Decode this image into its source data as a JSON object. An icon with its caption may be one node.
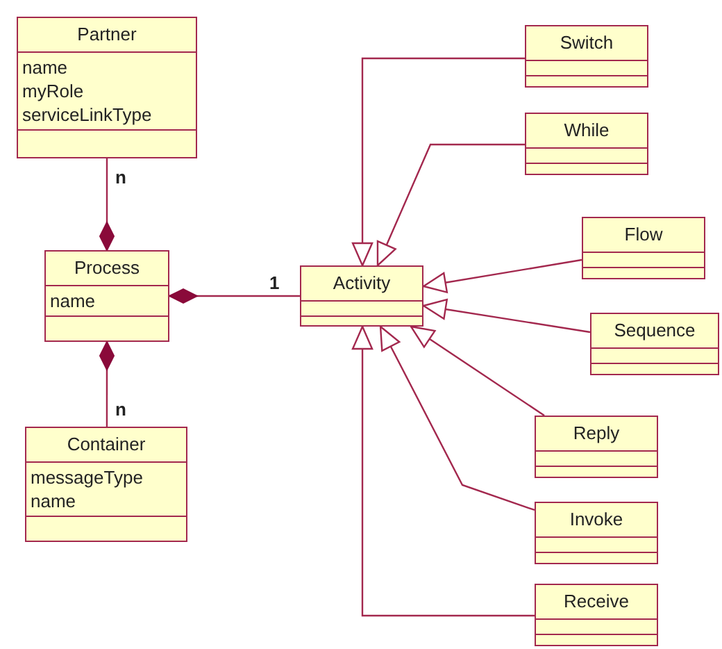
{
  "diagram": {
    "nodes": [
      {
        "text": [
          "Partner",
          "name",
          "myRole",
          "serviceLinkType"
        ]
      },
      {
        "text": [
          "Process",
          "name"
        ]
      },
      {
        "text": [
          "Container",
          "messageType",
          "name"
        ]
      },
      {
        "text": [
          "Activity"
        ]
      },
      {
        "text": [
          "Switch"
        ]
      },
      {
        "text": [
          "While"
        ]
      },
      {
        "text": [
          "Flow"
        ]
      },
      {
        "text": [
          "Sequence"
        ]
      },
      {
        "text": [
          "Reply"
        ]
      },
      {
        "text": [
          "Invoke"
        ]
      },
      {
        "text": [
          "Receive"
        ]
      }
    ],
    "edges": [
      {
        "from": 1,
        "to": 0,
        "arrow": "other",
        "label": "n"
      },
      {
        "from": 1,
        "to": 3,
        "arrow": "other",
        "label": "1"
      },
      {
        "from": 1,
        "to": 2,
        "arrow": "other",
        "label": "n"
      },
      {
        "from": 4,
        "to": 3,
        "arrow": "to"
      },
      {
        "from": 5,
        "to": 3,
        "arrow": "to"
      },
      {
        "from": 6,
        "to": 3,
        "arrow": "to"
      },
      {
        "from": 7,
        "to": 3,
        "arrow": "to"
      },
      {
        "from": 8,
        "to": 3,
        "arrow": "to"
      },
      {
        "from": 9,
        "to": 3,
        "arrow": "to"
      },
      {
        "from": 10,
        "to": 3,
        "arrow": "to"
      }
    ]
  }
}
